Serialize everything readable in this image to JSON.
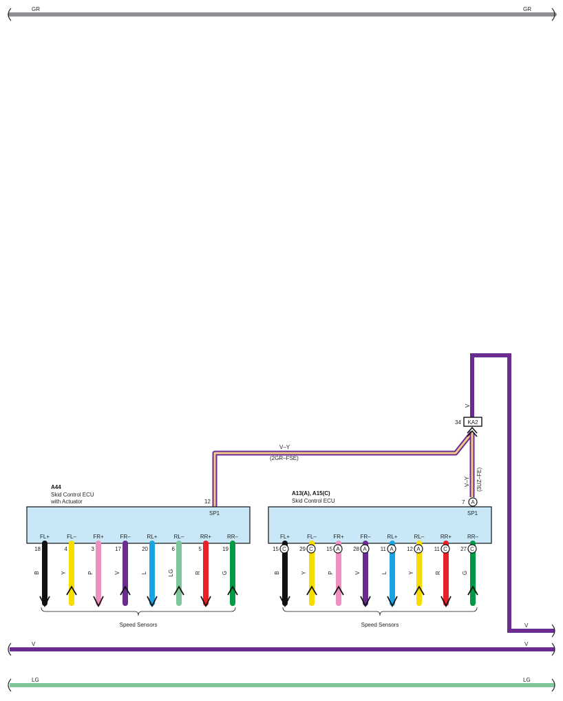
{
  "top_bus": {
    "left_label": "GR",
    "right_label": "GR",
    "color": "#8e8e93"
  },
  "v_bus": {
    "left_label": "V",
    "right_label": "V",
    "upper_right_label": "V",
    "color": "#6a2c91"
  },
  "lg_bus": {
    "left_label": "LG",
    "right_label": "LG",
    "color": "#7fc79a"
  },
  "junction": {
    "label": "KA2",
    "pin": "34",
    "top_wire_color": "V"
  },
  "wire_vy": {
    "label": "V–Y",
    "note": "(2GR–FSE)"
  },
  "wire_vy_right": {
    "label": "V–Y",
    "note": "(3UZ–FE)"
  },
  "left_ecu": {
    "code": "A44",
    "name": "Skid Control ECU",
    "name2": "with Actuator",
    "sp1_pin": "12",
    "sp1_label": "SP1",
    "footer": "Speed Sensors",
    "terminals": [
      {
        "label": "FL+",
        "pin": "18",
        "color_code": "B",
        "color": "#111111",
        "dir": "down"
      },
      {
        "label": "FL–",
        "pin": "4",
        "color_code": "Y",
        "color": "#f7dc00",
        "dir": "up"
      },
      {
        "label": "FR+",
        "pin": "3",
        "color_code": "P",
        "color": "#ee8fc0",
        "dir": "down"
      },
      {
        "label": "FR–",
        "pin": "17",
        "color_code": "V",
        "color": "#6a2c91",
        "dir": "up"
      },
      {
        "label": "RL+",
        "pin": "20",
        "color_code": "L",
        "color": "#1aa3e0",
        "dir": "down"
      },
      {
        "label": "RL–",
        "pin": "6",
        "color_code": "LG",
        "color": "#7fc79a",
        "dir": "up"
      },
      {
        "label": "RR+",
        "pin": "5",
        "color_code": "R",
        "color": "#e8202a",
        "dir": "down"
      },
      {
        "label": "RR–",
        "pin": "19",
        "color_code": "G",
        "color": "#009a44",
        "dir": "up"
      }
    ]
  },
  "right_ecu": {
    "code": "A13(A), A15(C)",
    "name": "Skid Control ECU",
    "sp1_pin": "7",
    "sp1_conn": "A",
    "sp1_label": "SP1",
    "footer": "Speed Sensors",
    "terminals": [
      {
        "label": "FL+",
        "pin": "15",
        "conn": "C",
        "color_code": "B",
        "color": "#111111",
        "dir": "down"
      },
      {
        "label": "FL–",
        "pin": "29",
        "conn": "C",
        "color_code": "Y",
        "color": "#f7dc00",
        "dir": "up"
      },
      {
        "label": "FR+",
        "pin": "15",
        "conn": "A",
        "color_code": "P",
        "color": "#ee8fc0",
        "dir": "up"
      },
      {
        "label": "FR–",
        "pin": "28",
        "conn": "A",
        "color_code": "V",
        "color": "#6a2c91",
        "dir": "down"
      },
      {
        "label": "RL+",
        "pin": "11",
        "conn": "A",
        "color_code": "L",
        "color": "#1aa3e0",
        "dir": "down"
      },
      {
        "label": "RL–",
        "pin": "12",
        "conn": "A",
        "color_code": "Y",
        "color": "#f7dc00",
        "dir": "up"
      },
      {
        "label": "RR+",
        "pin": "11",
        "conn": "C",
        "color_code": "R",
        "color": "#e8202a",
        "dir": "down"
      },
      {
        "label": "RR–",
        "pin": "27",
        "conn": "C",
        "color_code": "G",
        "color": "#009a44",
        "dir": "up"
      }
    ]
  },
  "wire_colors": {
    "vy_outer": "#6a2c91",
    "vy_inner": "#f4c98a",
    "ecu_fill": "#c8e8f8"
  }
}
